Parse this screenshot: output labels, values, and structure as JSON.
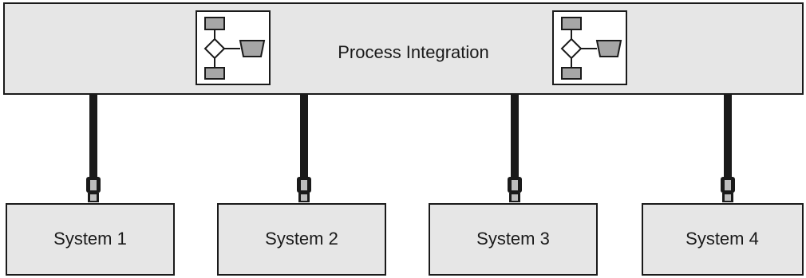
{
  "hub": {
    "label": "Process Integration",
    "process_icons": [
      "process-flow-icon",
      "process-flow-icon"
    ]
  },
  "systems": [
    {
      "label": "System 1"
    },
    {
      "label": "System 2"
    },
    {
      "label": "System 3"
    },
    {
      "label": "System 4"
    }
  ],
  "colors": {
    "box_fill": "#e6e6e6",
    "border": "#1a1a1a",
    "icon_shape_fill": "#a6a6a6",
    "icon_panel_fill": "#ffffff",
    "connector": "#1a1a1a"
  }
}
